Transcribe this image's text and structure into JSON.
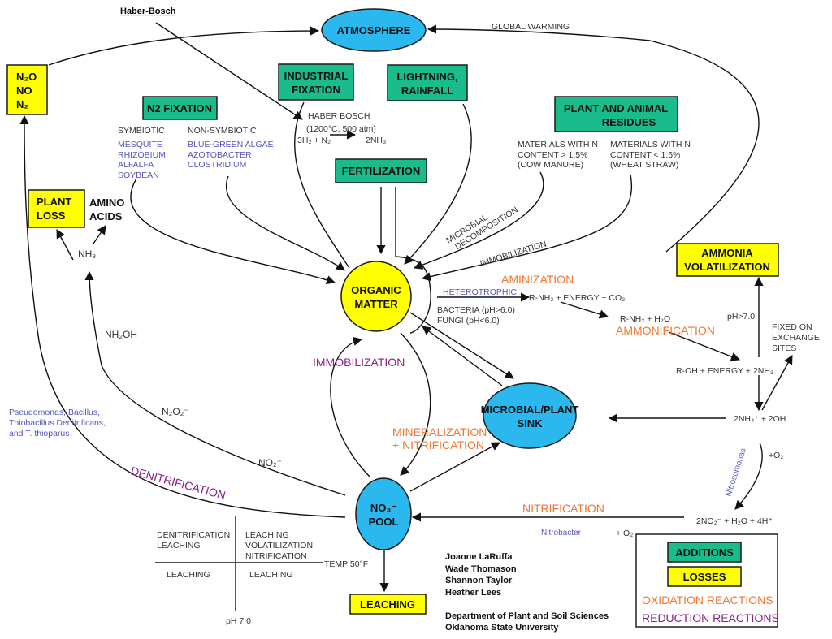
{
  "labels": {
    "haber_bosch_title": "Haber-Bosch",
    "atmosphere": "ATMOSPHERE",
    "global_warming": "GLOBAL WARMING",
    "gases": [
      "N₂O",
      "NO",
      "N₂"
    ],
    "industrial_fixation": [
      "INDUSTRIAL",
      "FIXATION"
    ],
    "lightning_rainfall": [
      "LIGHTNING,",
      "RAINFALL"
    ],
    "n2_fixation": "N2 FIXATION",
    "haber_bosch_reaction": [
      "HABER BOSCH",
      "(1200°C, 500 atm)",
      "3H₂ + N₂",
      "2NH₃"
    ],
    "symbiotic": "SYMBIOTIC",
    "symbiotic_examples": [
      "MESQUITE",
      "RHIZOBIUM",
      "ALFALFA",
      "SOYBEAN"
    ],
    "non_symbiotic": "NON-SYMBIOTIC",
    "non_symbiotic_examples": [
      "BLUE-GREEN ALGAE",
      "AZOTOBACTER",
      "CLOSTRIDIUM"
    ],
    "fertilization": "FERTILIZATION",
    "plant_animal_residues": [
      "PLANT AND ANIMAL",
      "RESIDUES"
    ],
    "materials_high": [
      "MATERIALS WITH N",
      "CONTENT > 1.5%",
      "(COW MANURE)"
    ],
    "materials_low": [
      "MATERIALS WITH N",
      "CONTENT < 1.5%",
      " (WHEAT STRAW)"
    ],
    "plant_loss": [
      "PLANT",
      "LOSS"
    ],
    "amino_acids": [
      "AMINO",
      "ACIDS"
    ],
    "nh3": "NH₃",
    "organic_matter": [
      "ORGANIC",
      "MATTER"
    ],
    "microbial_decomposition": [
      "MICROBIAL",
      "DECOMPOSITION"
    ],
    "immobilization_upper": "IMMOBILIZATION",
    "aminization": "AMINIZATION",
    "heterotrophic": "HETEROTROPHIC",
    "r_nh2_energy_co2": "R-NH₂ + ENERGY + CO₂",
    "bacteria": "BACTERIA (pH>6.0)",
    "fungi": "FUNGI (pH<6.0)",
    "r_nh2_h2o": "R-NH₂ + H₂O",
    "ammonification": "AMMONIFICATION",
    "ammonia_volatilization": [
      "AMMONIA",
      "VOLATILIZATION"
    ],
    "ph_gt_7": "pH>7.0",
    "fixed_on_exchange": [
      "FIXED ON",
      "EXCHANGE",
      "SITES"
    ],
    "r_oh_energy": "R-OH + ENERGY + 2NH₃",
    "nh4_oh": "2NH₄⁺ + 2OH⁻",
    "microbial_plant_sink": [
      "MICROBIAL/PLANT",
      "SINK"
    ],
    "nh2oh": "NH₂OH",
    "immobilization_lower": "IMMOBILIZATION",
    "denitrifiers": [
      "Pseudomonas, Bacillus,",
      "Thiobacillus Denitrificans,",
      "and T. thioparus"
    ],
    "n2o2": "N₂O₂⁻",
    "no2": "NO₂⁻",
    "denitrification": "DENITRIFICATION",
    "mineralization": [
      "MINERALIZATION",
      "+ NITRIFICATION"
    ],
    "nitrosomonas": "Nitrosomonas",
    "plus_o2_upper": "+O₂",
    "no3_pool": [
      "NO₃⁻",
      "POOL"
    ],
    "nitrification": "NITRIFICATION",
    "no2_h2o_h": "2NO₂⁻ + H₂O + 4H⁺",
    "nitrobacter": "Nitrobacter",
    "plus_o2_lower": "+ O₂",
    "quadrant": {
      "top_left": [
        "DENITRIFICATION",
        "LEACHING"
      ],
      "top_right": [
        "LEACHING",
        "VOLATILIZATION",
        "NITRIFICATION"
      ],
      "bottom_left": "LEACHING",
      "bottom_right": "LEACHING",
      "temp_axis": "TEMP 50°F",
      "ph_axis": "pH 7.0"
    },
    "leaching": "LEACHING"
  },
  "authors": [
    "Joanne LaRuffa",
    "Wade Thomason",
    "Shannon Taylor",
    "Heather Lees"
  ],
  "affiliation": [
    "Department of Plant and Soil Sciences",
    "Oklahoma State University"
  ],
  "legend": {
    "additions": "ADDITIONS",
    "losses": "LOSSES",
    "oxidation": "OXIDATION REACTIONS",
    "reduction": "REDUCTION REACTIONS"
  },
  "colors": {
    "additions": "#1abc8c",
    "losses": "#ffff00",
    "pools": "#2ab8ee",
    "organic_matter": "#ffff00",
    "oxidation": "#ee7733",
    "reduction": "#882288",
    "organisms": "#5555bb"
  }
}
